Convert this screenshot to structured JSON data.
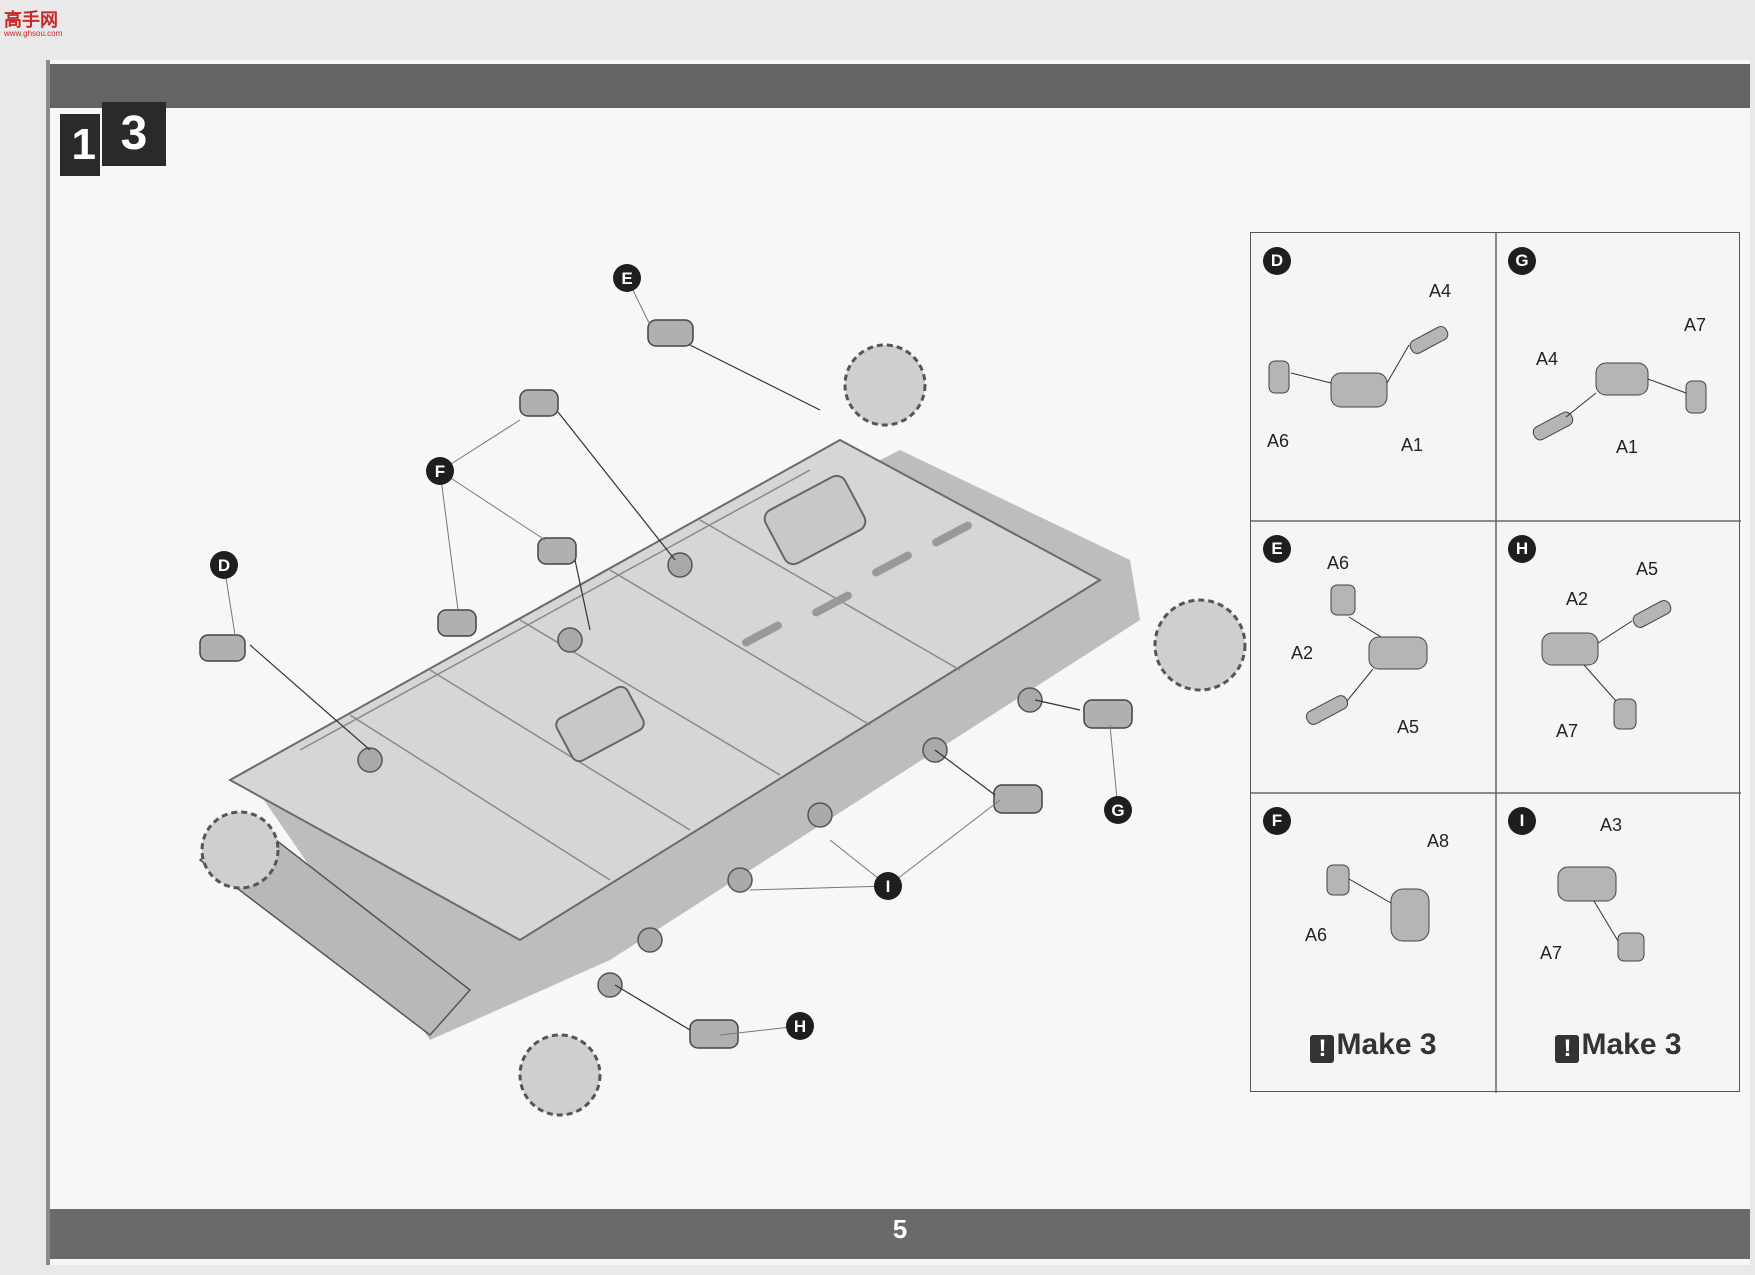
{
  "watermark": {
    "text": "高手网",
    "sub": "www.ghsou.com"
  },
  "step": {
    "previous_digit": "1",
    "number": "3"
  },
  "page_number": "5",
  "main_callouts": {
    "D": "D",
    "E": "E",
    "F": "F",
    "G": "G",
    "H": "H",
    "I": "I"
  },
  "subassemblies": {
    "D": {
      "letter": "D",
      "parts": [
        "A4",
        "A6",
        "A1"
      ]
    },
    "G": {
      "letter": "G",
      "parts": [
        "A7",
        "A4",
        "A1"
      ]
    },
    "E": {
      "letter": "E",
      "parts": [
        "A6",
        "A2",
        "A5"
      ]
    },
    "H": {
      "letter": "H",
      "parts": [
        "A5",
        "A2",
        "A7"
      ]
    },
    "F": {
      "letter": "F",
      "parts": [
        "A8",
        "A6"
      ],
      "note": "Make 3"
    },
    "I": {
      "letter": "I",
      "parts": [
        "A3",
        "A7"
      ],
      "note": "Make 3"
    }
  },
  "colors": {
    "bar": "#646464",
    "step_box": "#2a2a2a",
    "watermark": "#c62828"
  }
}
